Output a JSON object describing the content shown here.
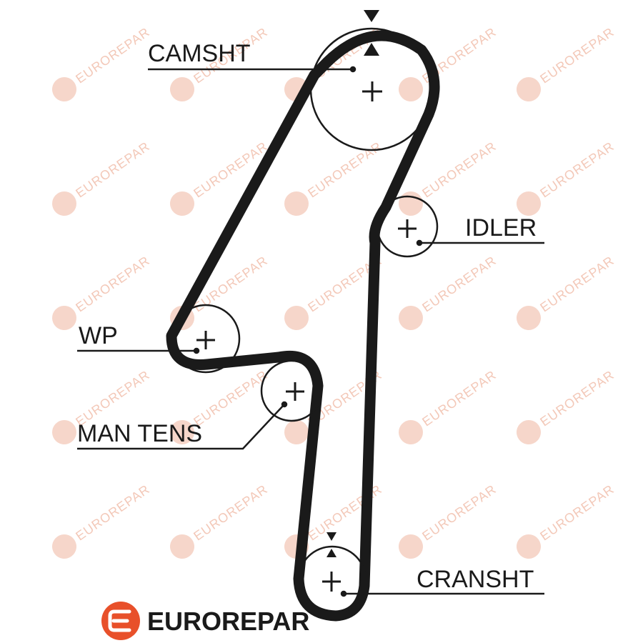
{
  "diagram": {
    "labels": {
      "camshaft": "CAMSHT",
      "idler": "IDLER",
      "water_pump": "WP",
      "manual_tensioner": "MAN TENS",
      "crankshaft": "CRANSHT"
    },
    "brand": {
      "name": "EUROREPAR",
      "watermark_text": "EUROREPAR",
      "color": "#e8502a",
      "watermark_color": "#f3c8b8"
    },
    "colors": {
      "belt": "#1a1a1a",
      "pulley_outline": "#1a1a1a",
      "label_text": "#1a1a1a"
    },
    "icons": [
      "timing-mark-arrow-icon",
      "pulley-center-plus-icon",
      "eurorepar-logo-icon"
    ]
  }
}
